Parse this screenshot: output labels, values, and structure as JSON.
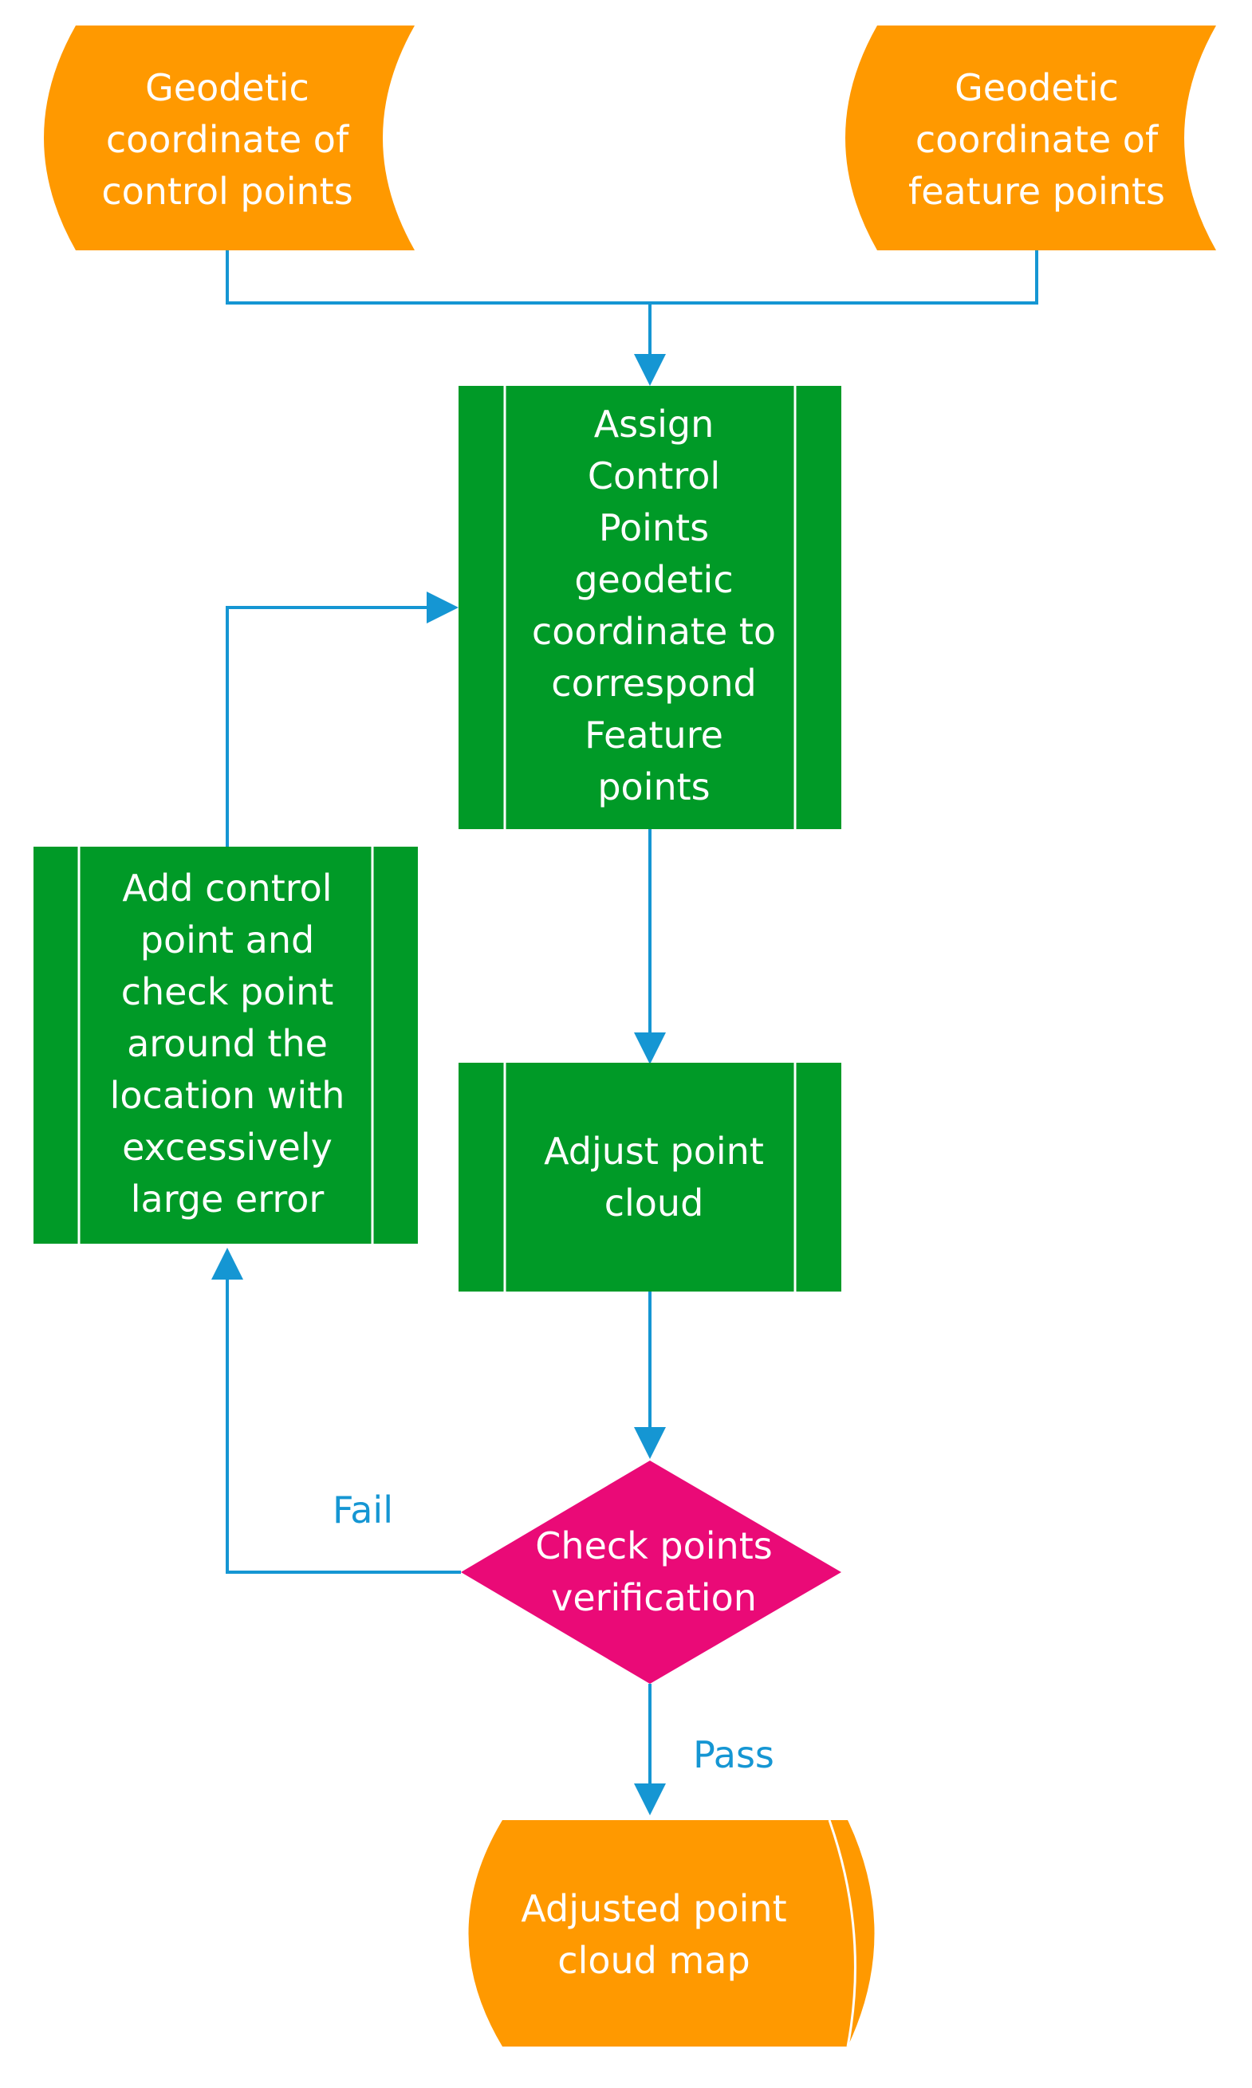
{
  "colors": {
    "data_node": "#ff9900",
    "process_node": "#009a27",
    "decision_node": "#ea0a77",
    "connector": "#1596d3",
    "node_text": "#ffffff"
  },
  "nodes": {
    "control_points_input": {
      "shape": "data-tape",
      "lines": [
        "Geodetic",
        "coordinate of",
        "control points"
      ]
    },
    "feature_points_input": {
      "shape": "data-tape",
      "lines": [
        "Geodetic",
        "coordinate of",
        "feature points"
      ]
    },
    "assign_process": {
      "shape": "predefined-process",
      "lines": [
        "Assign",
        "Control",
        "Points",
        "geodetic",
        "coordinate to",
        "correspond",
        "Feature",
        "points"
      ]
    },
    "add_points_process": {
      "shape": "predefined-process",
      "lines": [
        "Add control",
        "point and",
        "check point",
        "around the",
        "location with",
        "excessively",
        "large error"
      ]
    },
    "adjust_process": {
      "shape": "predefined-process",
      "lines": [
        "Adjust point",
        "cloud"
      ]
    },
    "verification_decision": {
      "shape": "decision",
      "lines": [
        "Check points",
        "verification"
      ]
    },
    "output_map": {
      "shape": "stored-data",
      "lines": [
        "Adjusted point",
        "cloud map"
      ]
    }
  },
  "edges": {
    "fail": "Fail",
    "pass": "Pass"
  }
}
